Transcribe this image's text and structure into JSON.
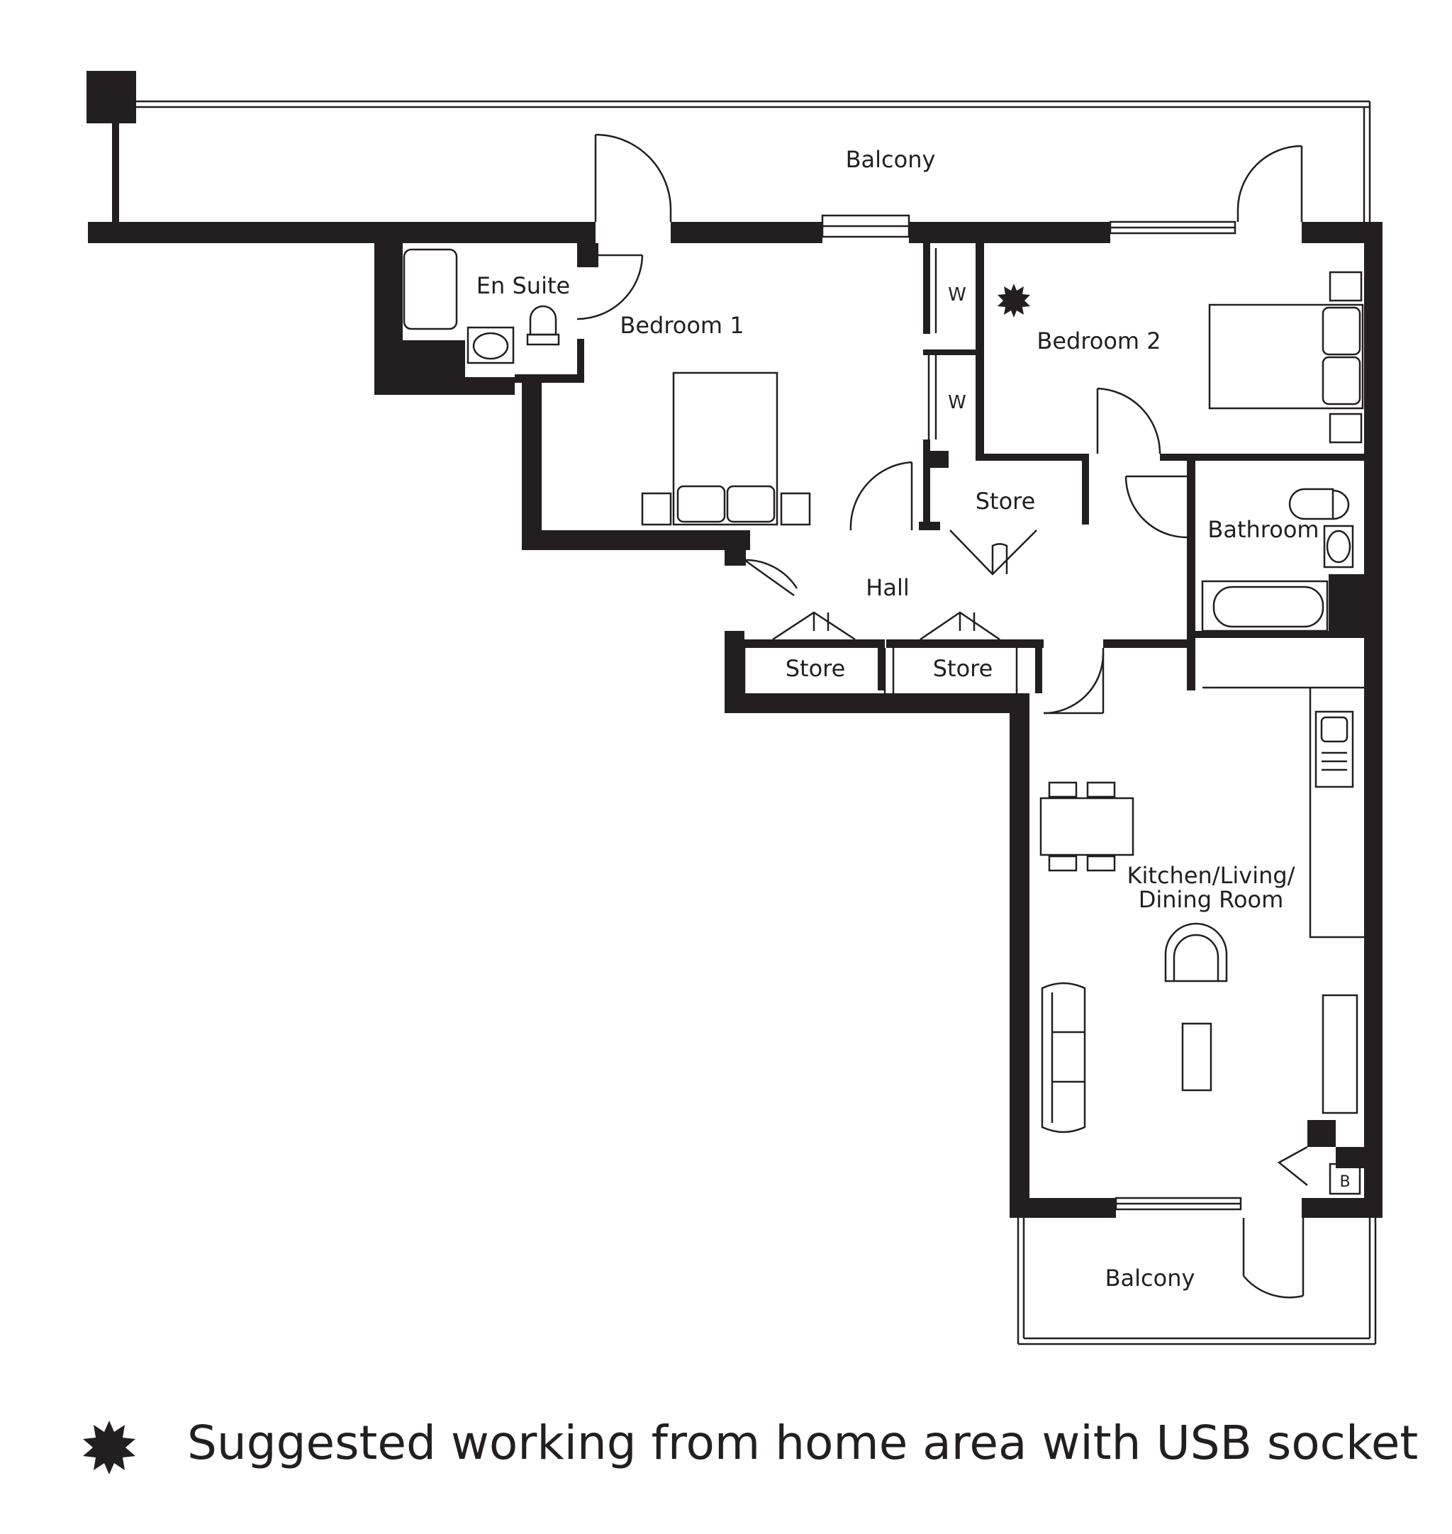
{
  "rooms": {
    "balcony_top": "Balcony",
    "en_suite": "En Suite",
    "bedroom_1": "Bedroom 1",
    "wardrobe_1": "W",
    "wardrobe_2": "W",
    "bedroom_2": "Bedroom 2",
    "store_center": "Store",
    "bathroom": "Bathroom",
    "hall": "Hall",
    "store_left": "Store",
    "store_right": "Store",
    "kitchen_line1": "Kitchen/Living/",
    "kitchen_line2": "Dining Room",
    "boiler": "B",
    "balcony_bottom": "Balcony"
  },
  "legend": {
    "symbol": "work-area-star-icon",
    "text": "Suggested working from home area with USB socket"
  },
  "colors": {
    "wall": "#231f20",
    "background": "#ffffff"
  }
}
